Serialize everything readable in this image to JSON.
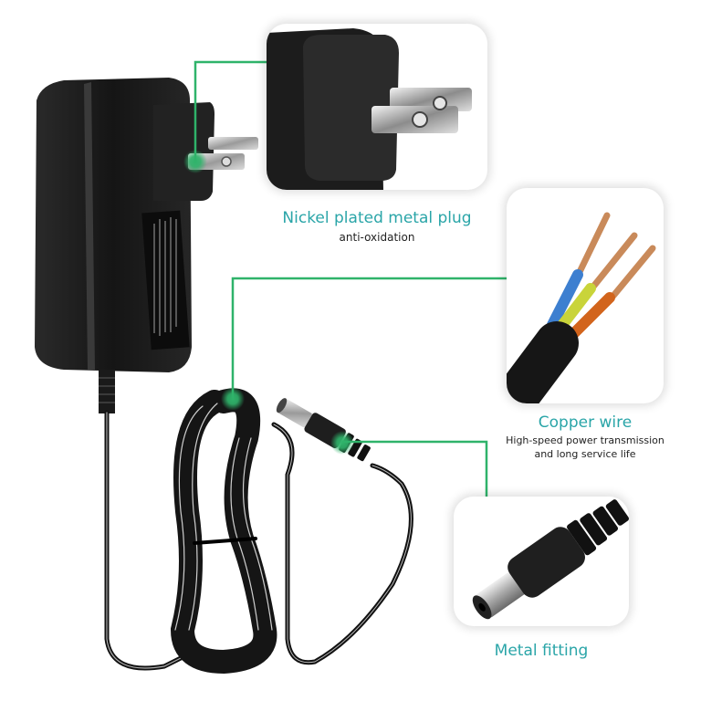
{
  "features": [
    {
      "id": "plug",
      "title": "Nickel plated metal plug",
      "subtitle": "anti-oxidation",
      "icon": "ac-plug-icon"
    },
    {
      "id": "wire",
      "title": "Copper wire",
      "subtitle_line1": "High-speed power transmission",
      "subtitle_line2": "and long service life",
      "icon": "copper-wire-icon"
    },
    {
      "id": "fitting",
      "title": "Metal fitting",
      "icon": "dc-barrel-jack-icon"
    }
  ],
  "colors": {
    "accent_teal": "#2aa5a8",
    "callout_green": "#2fb36a",
    "product_black": "#1c1c1c",
    "wire_blue": "#3d7fd0",
    "wire_yellow_green": "#c9d43a",
    "wire_orange": "#d2641c",
    "copper": "#c98a5a"
  }
}
